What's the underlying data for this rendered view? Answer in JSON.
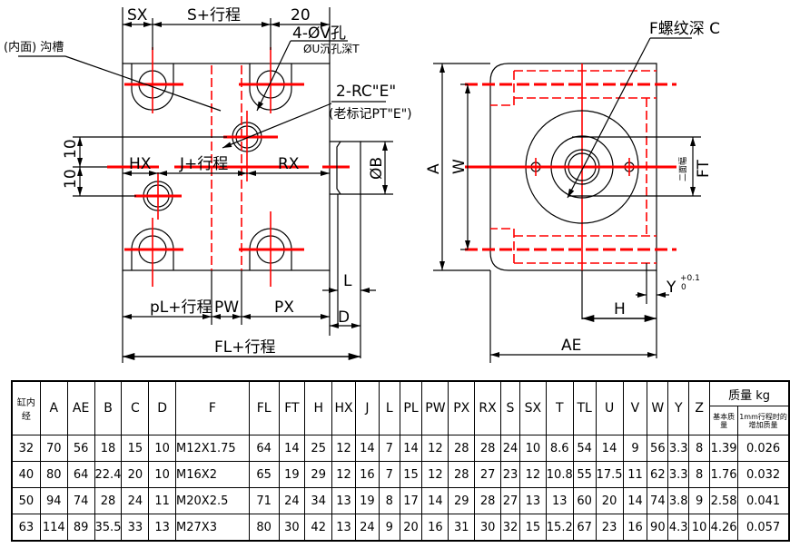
{
  "drawing": {
    "front_view": {
      "dims_top": [
        "SX",
        "S+行程",
        "20"
      ],
      "hole_note_line1": "4-ØV孔",
      "hole_note_line2": "ØU沉孔深T",
      "groove_note": "(内面) 沟槽",
      "port_note_line1": "2-RC\"E\"",
      "port_note_line2": "(老标记PT\"E\")",
      "dims_mid": [
        "HX",
        "J+行程",
        "RX"
      ],
      "dims_left": [
        "10",
        "10"
      ],
      "dim_bore": "ØB",
      "dims_bottom": [
        "pL+行程",
        "PW",
        "PX"
      ],
      "dim_total": "FL+行程",
      "dim_L": "L",
      "dim_D": "D"
    },
    "side_view": {
      "thread_note": "F螺纹深 C",
      "dim_A": "A",
      "dim_W": "W",
      "dim_FT": "FT",
      "dim_flat": "二面幅",
      "dim_H": "H",
      "dim_Y": "Y",
      "dim_Y_tol_upper": "+0.1",
      "dim_Y_tol_lower": "0",
      "dim_AE": "AE"
    }
  },
  "table": {
    "headers": [
      "缸内经",
      "A",
      "AE",
      "B",
      "C",
      "D",
      "F",
      "FL",
      "FT",
      "H",
      "HX",
      "J",
      "L",
      "PL",
      "PW",
      "PX",
      "RX",
      "S",
      "SX",
      "T",
      "TL",
      "U",
      "V",
      "W",
      "Y",
      "Z"
    ],
    "mass_header": "质量 kg",
    "mass_sub_headers": [
      "基本质量",
      "1mm行程时的增加质量"
    ],
    "rows": [
      [
        "32",
        "70",
        "56",
        "18",
        "15",
        "10",
        "M12X1.75",
        "64",
        "14",
        "25",
        "12",
        "14",
        "7",
        "14",
        "12",
        "28",
        "28",
        "24",
        "10",
        "8.6",
        "54",
        "14",
        "9",
        "56",
        "3.3",
        "8",
        "1.39",
        "0.026"
      ],
      [
        "40",
        "80",
        "64",
        "22.4",
        "20",
        "10",
        "M16X2",
        "65",
        "19",
        "29",
        "12",
        "16",
        "7",
        "15",
        "12",
        "28",
        "27",
        "23",
        "12",
        "10.8",
        "55",
        "17.5",
        "11",
        "62",
        "3.3",
        "8",
        "1.76",
        "0.032"
      ],
      [
        "50",
        "94",
        "74",
        "28",
        "24",
        "11",
        "M20X2.5",
        "71",
        "24",
        "34",
        "13",
        "19",
        "8",
        "17",
        "14",
        "29",
        "28",
        "27",
        "13",
        "13",
        "60",
        "20",
        "14",
        "74",
        "3.8",
        "9",
        "2.58",
        "0.041"
      ],
      [
        "63",
        "114",
        "89",
        "35.5",
        "33",
        "13",
        "M27X3",
        "80",
        "30",
        "42",
        "13",
        "24",
        "9",
        "20",
        "16",
        "31",
        "30",
        "32",
        "15",
        "15.2",
        "67",
        "23",
        "16",
        "90",
        "4.3",
        "10",
        "4.26",
        "0.057"
      ]
    ]
  }
}
